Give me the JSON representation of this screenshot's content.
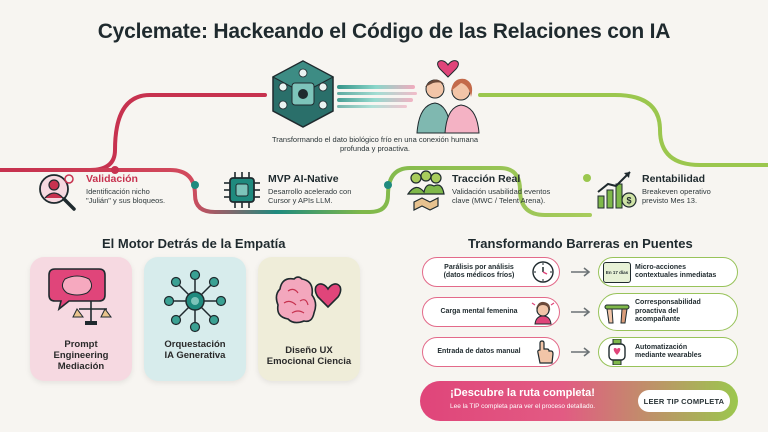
{
  "title": {
    "brand": "Cyclemate:",
    "rest": "Hackeando el Código de las Relaciones con IA"
  },
  "hero": {
    "caption": "Transformando el dato biológico frío en una conexión humana profunda y proactiva."
  },
  "timeline": [
    {
      "title": "Validación",
      "desc1": "Identificación nicho",
      "desc2": "\"Julián\" y sus bloqueos.",
      "icon": "user-search-icon"
    },
    {
      "title": "MVP AI-Native",
      "desc1": "Desarrollo acelerado con",
      "desc2": "Cursor y APIs LLM.",
      "icon": "chip-icon"
    },
    {
      "title": "Tracción Real",
      "desc1": "Validación usabilidad eventos",
      "desc2": "clave (MWC / Telent Arena).",
      "icon": "group-handshake-icon"
    },
    {
      "title": "Rentabilidad",
      "desc1": "Breakeven operativo",
      "desc2": "previsto Mes 13.",
      "icon": "growth-chart-icon"
    }
  ],
  "engine": {
    "title": "El Motor Detrás de la Empatía",
    "cards": [
      {
        "line1": "Prompt",
        "line2": "Engineering",
        "line3": "Mediación",
        "bg": "#f6d9e1"
      },
      {
        "line1": "Orquestación",
        "line2": "IA Generativa",
        "line3": "",
        "bg": "#d7ecec"
      },
      {
        "line1": "Diseño UX",
        "line2": "Emocional Ciencia",
        "line3": "",
        "bg": "#efedd9"
      }
    ]
  },
  "barriers": {
    "title": "Transformando Barreras en Puentes",
    "rows": [
      {
        "left1": "Parálisis por análisis",
        "left2": "(datos médicos fríos)",
        "right1": "Micro-acciones",
        "right2": "contextuales inmediatas",
        "right3": "",
        "calendar_text": "En 17 días"
      },
      {
        "left1": "Carga mental femenina",
        "left2": "",
        "right1": "Corresponsabilidad",
        "right2": "proactiva del",
        "right3": "acompañante"
      },
      {
        "left1": "Entrada de datos manual",
        "left2": "",
        "right1": "Automatización",
        "right2": "mediante wearables",
        "right3": ""
      }
    ]
  },
  "cta": {
    "title": "¡Descubre la ruta completa!",
    "subtitle": "Lee la TIP completa para ver el proceso detallado.",
    "button": "LEER TIP COMPLETA"
  },
  "colors": {
    "pink": "#e0457a",
    "teal": "#1f8a7e",
    "green": "#98c35a",
    "dark": "#1f2a2e"
  }
}
